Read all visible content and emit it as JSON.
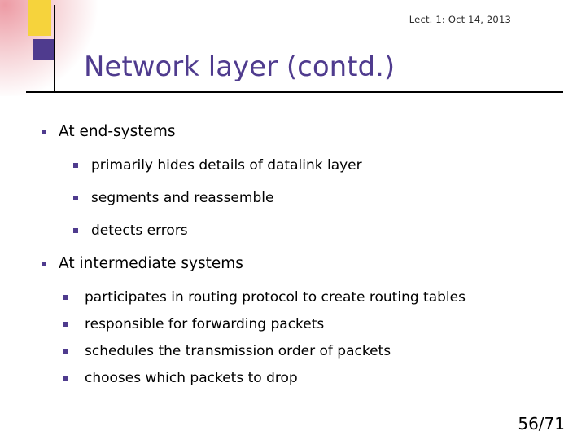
{
  "header": {
    "lecture_label": "Lect. 1: Oct 14, 2013",
    "title": "Network layer (contd.)"
  },
  "colors": {
    "title": "#4f3b8e",
    "bullet": "#4f3b8e",
    "accent_yellow": "#f6d33c",
    "accent_purple": "#4f3b8e",
    "accent_pink": "#ec96a0"
  },
  "content": {
    "sections": [
      {
        "heading": "At end-systems",
        "items": [
          "primarily hides details of datalink layer",
          "segments and reassemble",
          "detects errors"
        ]
      },
      {
        "heading": "At intermediate systems",
        "items": [
          "participates in routing protocol to create routing tables",
          "responsible for forwarding packets",
          "schedules the transmission order of packets",
          "chooses which packets to drop"
        ]
      }
    ]
  },
  "footer": {
    "page_number": "56/71"
  }
}
